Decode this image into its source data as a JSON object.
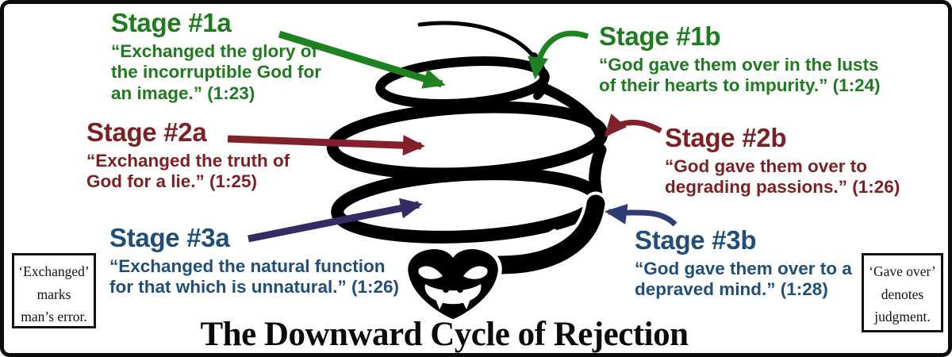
{
  "title": "The Downward Cycle of Rejection",
  "colors": {
    "stage1_green": "#1e7b1e",
    "stage2_maroon": "#7d1f24",
    "stage3_blue": "#1f4e79",
    "arrow_3a_purple": "#362a63",
    "arrow_3b_navy": "#2e3c78",
    "snake_black": "#000000"
  },
  "stages": [
    {
      "id": "1a",
      "label": "Stage #1a",
      "lines": [
        "“Exchanged the glory of",
        "the incorruptible God for",
        "an image.” (1:23)"
      ]
    },
    {
      "id": "1b",
      "label": "Stage #1b",
      "lines": [
        "“God gave them over in the lusts",
        "of their hearts to impurity.” (1:24)"
      ]
    },
    {
      "id": "2a",
      "label": "Stage #2a",
      "lines": [
        "“Exchanged the truth of",
        "God for a lie.” (1:25)"
      ]
    },
    {
      "id": "2b",
      "label": "Stage #2b",
      "lines": [
        "“God gave them over to",
        "degrading passions.” (1:26)"
      ]
    },
    {
      "id": "3a",
      "label": "Stage #3a",
      "lines": [
        "“Exchanged the natural function",
        "for that which is unnatural.” (1:26)"
      ]
    },
    {
      "id": "3b",
      "label": "Stage #3b",
      "lines": [
        "“God gave them over to a",
        "depraved mind.” (1:28)"
      ]
    }
  ],
  "notes": {
    "left": {
      "lines": [
        "‘Exchanged’",
        "marks",
        "man’s error."
      ]
    },
    "right": {
      "lines": [
        "‘Gave over’",
        "denotes",
        "judgment."
      ]
    }
  }
}
